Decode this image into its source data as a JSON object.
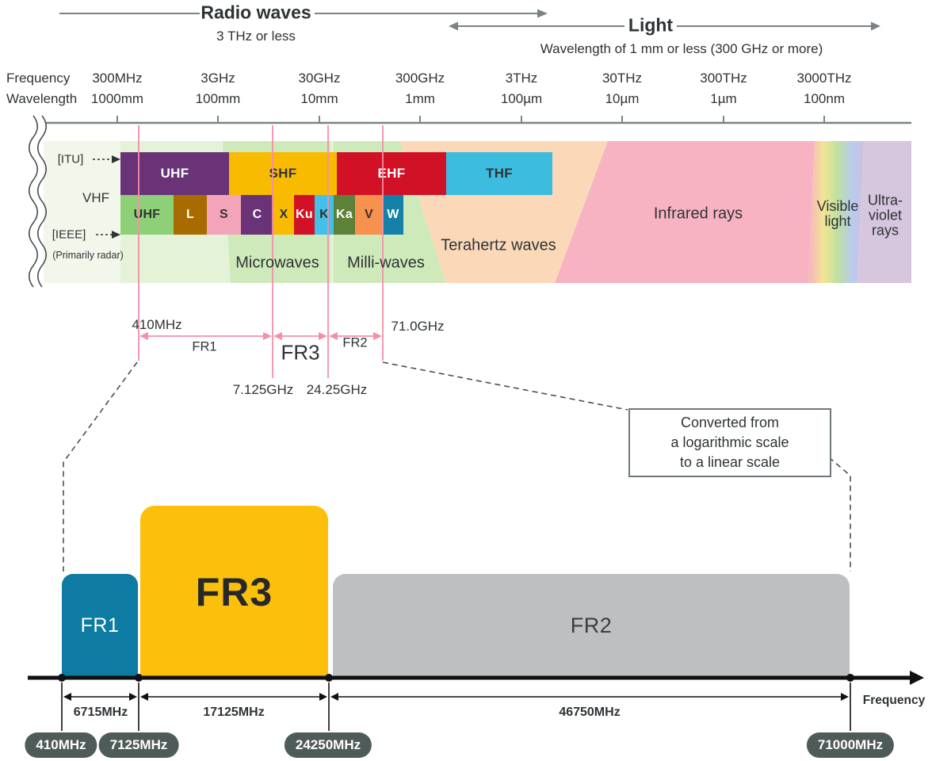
{
  "header": {
    "radio_label": "Radio waves",
    "radio_sub": "3 THz or less",
    "light_label": "Light",
    "light_sub": "Wavelength of 1 mm or less (300 GHz or more)"
  },
  "axis": {
    "frequency_row_label": "Frequency",
    "wavelength_row_label": "Wavelength",
    "ticks": [
      {
        "frequency": "300MHz",
        "wavelength": "1000mm"
      },
      {
        "frequency": "3GHz",
        "wavelength": "100mm"
      },
      {
        "frequency": "30GHz",
        "wavelength": "10mm"
      },
      {
        "frequency": "300GHz",
        "wavelength": "1mm"
      },
      {
        "frequency": "3THz",
        "wavelength": "100µm"
      },
      {
        "frequency": "30THz",
        "wavelength": "10µm"
      },
      {
        "frequency": "300THz",
        "wavelength": "1µm"
      },
      {
        "frequency": "3000THz",
        "wavelength": "100nm"
      }
    ]
  },
  "spectrum": {
    "itu_tag": "[ITU]",
    "ieee_tag": "[IEEE]",
    "radar_note": "(Primarily radar)",
    "vhf_label": "VHF",
    "itu_bands": [
      {
        "label": "UHF",
        "color": "#6a3377",
        "text_color": "#ffffff"
      },
      {
        "label": "SHF",
        "color": "#f9bb00",
        "text_color": "#2e3336"
      },
      {
        "label": "EHF",
        "color": "#d01126",
        "text_color": "#ffffff"
      },
      {
        "label": "THF",
        "color": "#3cbde0",
        "text_color": "#2e3336"
      }
    ],
    "ieee_bands": [
      {
        "label": "UHF",
        "color": "#8ed077",
        "text_color": "#2e3336"
      },
      {
        "label": "L",
        "color": "#a86b00",
        "text_color": "#ffffff"
      },
      {
        "label": "S",
        "color": "#f3a4b8",
        "text_color": "#2e3336"
      },
      {
        "label": "C",
        "color": "#6a3377",
        "text_color": "#ffffff"
      },
      {
        "label": "X",
        "color": "#f9bb00",
        "text_color": "#2e3336"
      },
      {
        "label": "Ku",
        "color": "#d01126",
        "text_color": "#ffffff"
      },
      {
        "label": "K",
        "color": "#43c0e8",
        "text_color": "#2e3336"
      },
      {
        "label": "Ka",
        "color": "#5d8138",
        "text_color": "#ffffff"
      },
      {
        "label": "V",
        "color": "#f7914e",
        "text_color": "#2e3336"
      },
      {
        "label": "W",
        "color": "#1580a8",
        "text_color": "#ffffff"
      }
    ],
    "zones": [
      {
        "label": "Microwaves"
      },
      {
        "label": "Milli-waves"
      },
      {
        "label": "Terahertz waves"
      },
      {
        "label": "Infrared rays"
      },
      {
        "label": "Visible\nlight"
      },
      {
        "label": "Ultra-\nviolet\nrays"
      }
    ]
  },
  "annotation": {
    "boundaries": [
      "410MHz",
      "7.125GHz",
      "24.25GHz",
      "71.0GHz"
    ],
    "ranges": [
      "FR1",
      "FR3",
      "FR2"
    ]
  },
  "callout": {
    "lines": [
      "Converted from",
      "a logarithmic scale",
      "to a linear scale"
    ]
  },
  "linear": {
    "blocks": [
      {
        "label": "FR1",
        "color": "#0e7ba2",
        "text_color": "#ffffff"
      },
      {
        "label": "FR3",
        "color": "#fcbf0b",
        "text_color": "#26282a"
      },
      {
        "label": "FR2",
        "color": "#bdbfc1",
        "text_color": "#3a3e41"
      }
    ],
    "spans": [
      "6715MHz",
      "17125MHz",
      "46750MHz"
    ],
    "badges": [
      "410MHz",
      "7125MHz",
      "24250MHz",
      "71000MHz"
    ],
    "axis_label": "Frequency"
  },
  "colors": {
    "pink_guide": "#f48fa8",
    "line_gray": "#7b8387",
    "dash_gray": "#4a4f52",
    "axis_black": "#111111",
    "badge_bg": "#4f5b58",
    "zone_cream": "#f3f6eb",
    "zone_pale_green": "#e4f2d7",
    "zone_green": "#cfeaba",
    "zone_peach": "#fbd9b8",
    "zone_pink": "#f7b3c2",
    "zone_uv": "#d6c7de"
  }
}
